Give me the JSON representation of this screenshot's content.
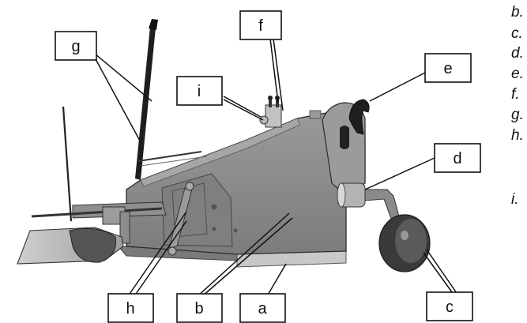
{
  "diagram": {
    "callouts": [
      "a",
      "b",
      "c",
      "d",
      "e",
      "f",
      "g",
      "h",
      "i"
    ],
    "legend": [
      "b.",
      "c.",
      "d.",
      "e.",
      "f.",
      "g.",
      "h.",
      "i."
    ],
    "colors": {
      "body": "#8a8a8a",
      "body_dark": "#5e5e5e",
      "body_light": "#a9a9a9",
      "outline": "#2b2b2b",
      "tire": "#3a3a3a",
      "deck": "#bdbdbd"
    }
  }
}
